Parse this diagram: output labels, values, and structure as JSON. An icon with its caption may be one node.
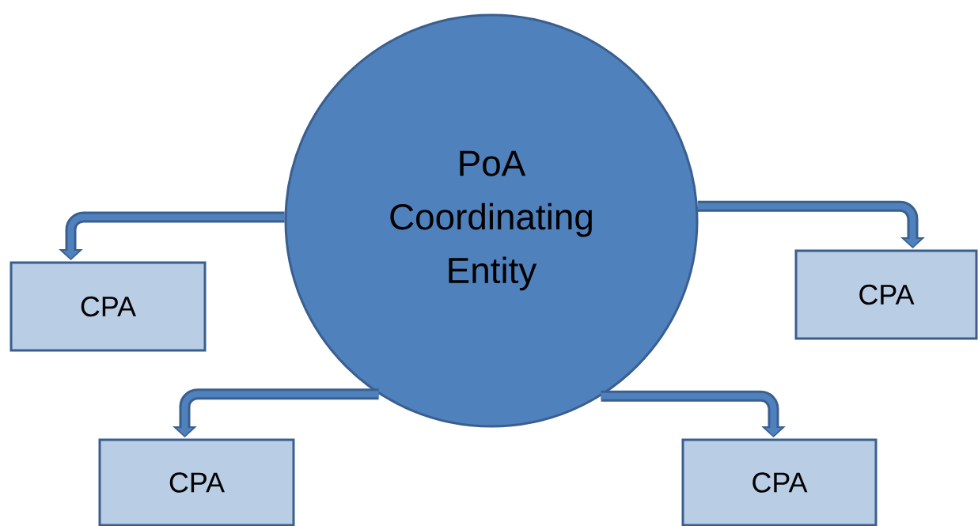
{
  "diagram": {
    "nodes": [
      {
        "text": [
          "PoA Coordinating Entity"
        ]
      },
      {
        "text": [
          "CPA"
        ]
      },
      {
        "text": [
          "CPA"
        ]
      },
      {
        "text": [
          "CPA"
        ]
      },
      {
        "text": [
          "CPA"
        ]
      }
    ],
    "edges": [
      {
        "from": 0,
        "to": 1,
        "arrow": "to"
      },
      {
        "from": 0,
        "to": 2,
        "arrow": "to"
      },
      {
        "from": 0,
        "to": 3,
        "arrow": "to"
      },
      {
        "from": 0,
        "to": 4,
        "arrow": "to"
      }
    ]
  }
}
